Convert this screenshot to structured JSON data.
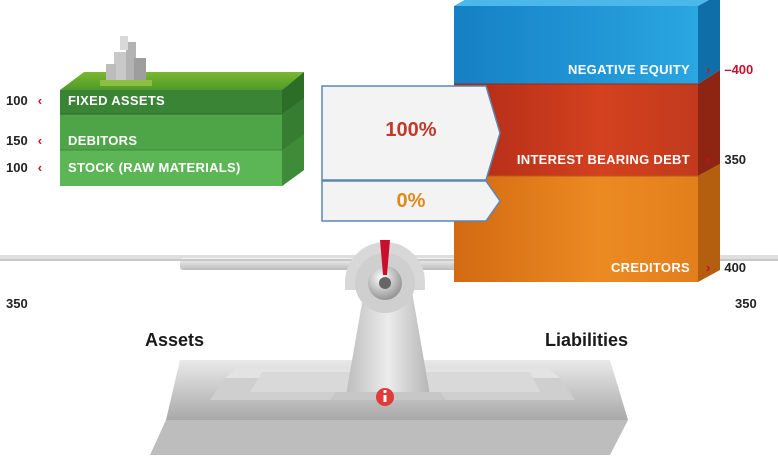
{
  "assets": {
    "title": "Assets",
    "total": "350",
    "items": [
      {
        "label": "FIXED ASSETS",
        "value": "100"
      },
      {
        "label": "DEBITORS",
        "value": "150"
      },
      {
        "label": "STOCK (RAW MATERIALS)",
        "value": "100"
      }
    ]
  },
  "liabilities": {
    "title": "Liabilities",
    "total": "350",
    "items": [
      {
        "label": "NEGATIVE EQUITY",
        "value": "–400"
      },
      {
        "label": "INTEREST BEARING DEBT",
        "value": "350"
      },
      {
        "label": "CREDITORS",
        "value": "400"
      }
    ]
  },
  "ratios": {
    "top": "100%",
    "bottom": "0%"
  },
  "chevron_left": "‹",
  "chevron_right": "›",
  "colors": {
    "fixed_assets": "#3f8f3a",
    "debitors": "#4fac4a",
    "stock": "#5cbb57",
    "negative_equity": "#1b9bd7",
    "interest_bearing_debt": "#c9381f",
    "creditors": "#e07b1a",
    "accent_red": "#c8102e",
    "pct_top": "#c0392b",
    "pct_bottom": "#e08a1a"
  },
  "icons": {
    "building": "building-icon",
    "info": "info-icon"
  }
}
